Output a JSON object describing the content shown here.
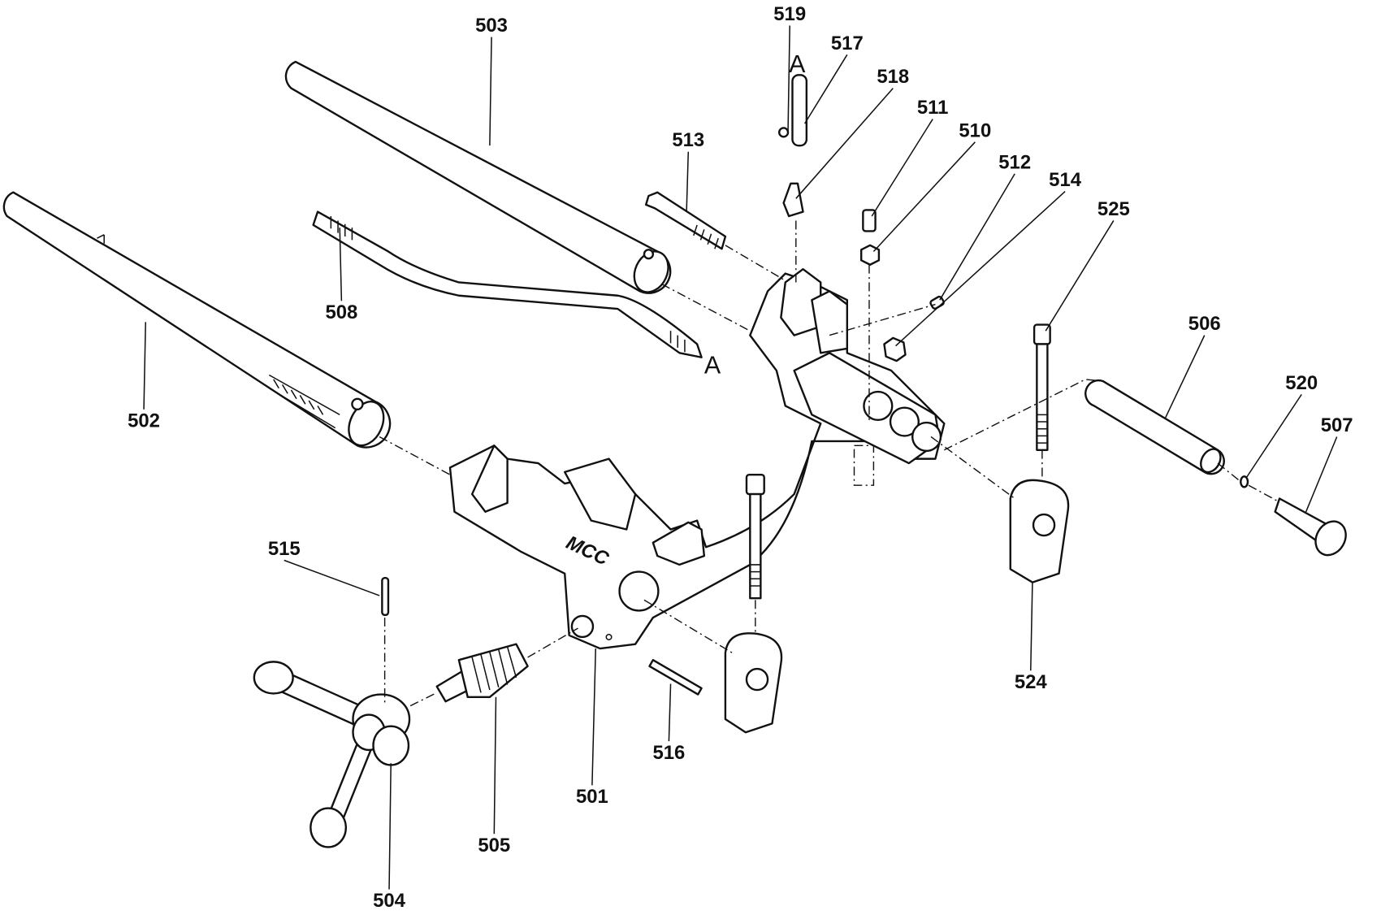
{
  "diagram": {
    "type": "exploded-parts-diagram",
    "brand_logo": "MCC",
    "reference_marks": [
      "A",
      "A"
    ],
    "parts": [
      {
        "id": "501"
      },
      {
        "id": "502"
      },
      {
        "id": "503"
      },
      {
        "id": "504"
      },
      {
        "id": "505"
      },
      {
        "id": "506"
      },
      {
        "id": "507"
      },
      {
        "id": "508"
      },
      {
        "id": "510"
      },
      {
        "id": "511"
      },
      {
        "id": "512"
      },
      {
        "id": "513"
      },
      {
        "id": "514"
      },
      {
        "id": "515"
      },
      {
        "id": "516"
      },
      {
        "id": "517"
      },
      {
        "id": "518"
      },
      {
        "id": "519"
      },
      {
        "id": "520"
      },
      {
        "id": "524"
      },
      {
        "id": "525"
      }
    ]
  }
}
